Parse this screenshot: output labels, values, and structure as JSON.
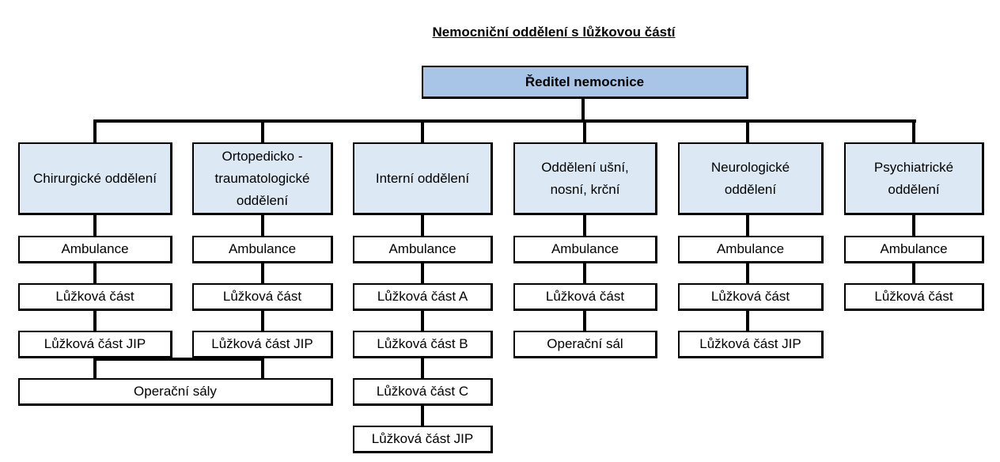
{
  "title": "Nemocniční oddělení s lůžkovou částí",
  "root": "Ředitel nemocnice",
  "departments": [
    {
      "name": "Chirurgické oddělení",
      "units": [
        "Ambulance",
        "Lůžková část",
        "Lůžková část JIP"
      ]
    },
    {
      "name": "Ortopedicko - traumatologické oddělení",
      "units": [
        "Ambulance",
        "Lůžková část",
        "Lůžková část JIP"
      ]
    },
    {
      "name": "Interní oddělení",
      "units": [
        "Ambulance",
        "Lůžková část A",
        "Lůžková část B",
        "Lůžková část C",
        "Lůžková část JIP"
      ]
    },
    {
      "name": "Oddělení ušní, nosní, krční",
      "units": [
        "Ambulance",
        "Lůžková část",
        "Operační sál"
      ]
    },
    {
      "name": "Neurologické oddělení",
      "units": [
        "Ambulance",
        "Lůžková část",
        "Lůžková část JIP"
      ]
    },
    {
      "name": "Psychiatrické oddělení",
      "units": [
        "Ambulance",
        "Lůžková část"
      ]
    }
  ],
  "shared": "Operační sály",
  "colors": {
    "root_fill": "#a8c5e8",
    "dept_fill": "#dce9f5",
    "border": "#000000"
  }
}
